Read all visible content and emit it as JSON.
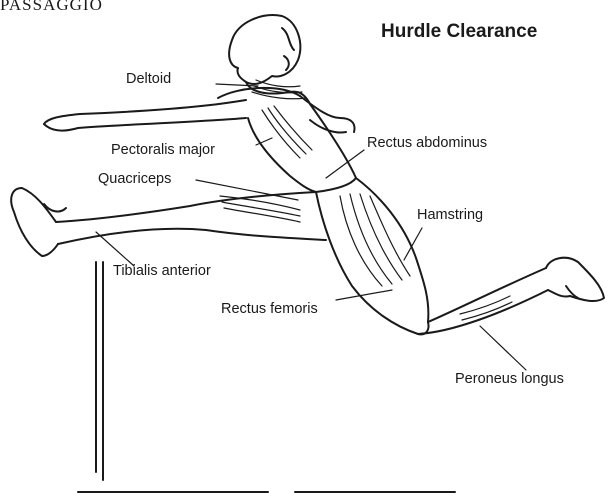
{
  "header_text": "PASSAGGIO",
  "title": "Hurdle Clearance",
  "labels": {
    "deltoid": "Deltoid",
    "pectoralis_major": "Pectoralis major",
    "quadriceps": "Quacriceps",
    "rectus_abdominus": "Rectus abdominus",
    "hamstring": "Hamstring",
    "tibialis_anterior": "Tibialis anterior",
    "rectus_femoris": "Rectus femoris",
    "peroneus_longus": "Peroneus longus"
  }
}
